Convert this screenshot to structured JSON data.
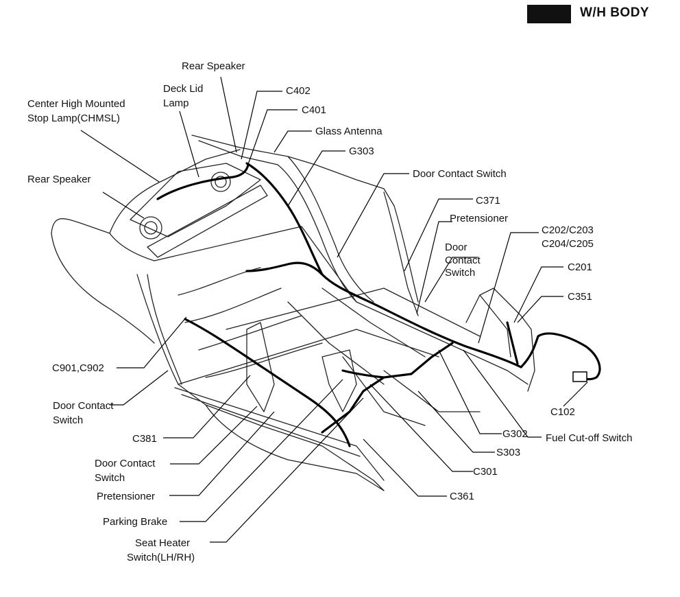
{
  "header": {
    "title": "W/H BODY"
  },
  "labels": {
    "rear_speaker_top": "Rear Speaker",
    "deck_lid_lamp_1": "Deck Lid",
    "deck_lid_lamp_2": "Lamp",
    "chmsl_1": "Center High Mounted",
    "chmsl_2": "Stop Lamp(CHMSL)",
    "c402": "C402",
    "c401": "C401",
    "glass_antenna": "Glass Antenna",
    "g303": "G303",
    "rear_speaker_left": "Rear Speaker",
    "door_contact_switch_top": "Door Contact Switch",
    "c371": "C371",
    "pretensioner_right": "Pretensioner",
    "c202_c203": "C202/C203",
    "c204_c205": "C204/C205",
    "door_contact_switch_right_1": "Door",
    "door_contact_switch_right_2": "Contact",
    "door_contact_switch_right_3": "Switch",
    "c201": "C201",
    "c351": "C351",
    "c901_c902": "C901,C902",
    "door_contact_switch_left_1": "Door Contact",
    "door_contact_switch_left_2": "Switch",
    "c102": "C102",
    "g302": "G302",
    "fuel_cutoff_switch": "Fuel Cut-off Switch",
    "c381": "C381",
    "s303": "S303",
    "door_contact_switch_bottom_1": "Door Contact",
    "door_contact_switch_bottom_2": "Switch",
    "c301": "C301",
    "pretensioner_left": "Pretensioner",
    "c361": "C361",
    "parking_brake": "Parking Brake",
    "seat_heater_1": "Seat Heater",
    "seat_heater_2": "Switch(LH/RH)"
  }
}
